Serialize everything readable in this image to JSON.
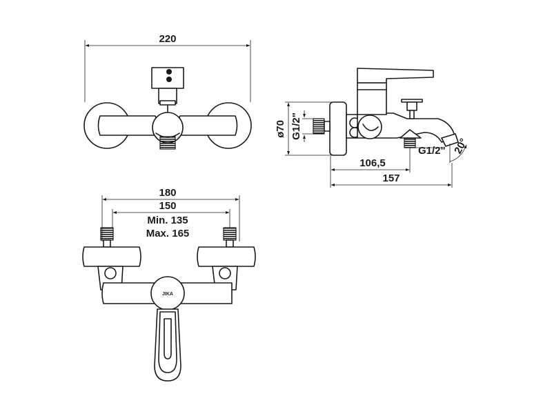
{
  "front_view": {
    "width_label": "220"
  },
  "side_view": {
    "diameter_label": "ø70",
    "inlet_thread_label": "G1/2\"",
    "outlet_thread_label": "G1/2\"",
    "outlet_distance_label": "106,5",
    "depth_label": "157",
    "angle_label": "20°"
  },
  "top_view": {
    "outer_width_label": "180",
    "center_distance_label": "150",
    "min_label": "Min. 135",
    "max_label": "Max. 165",
    "brand_text": "JIKA"
  }
}
